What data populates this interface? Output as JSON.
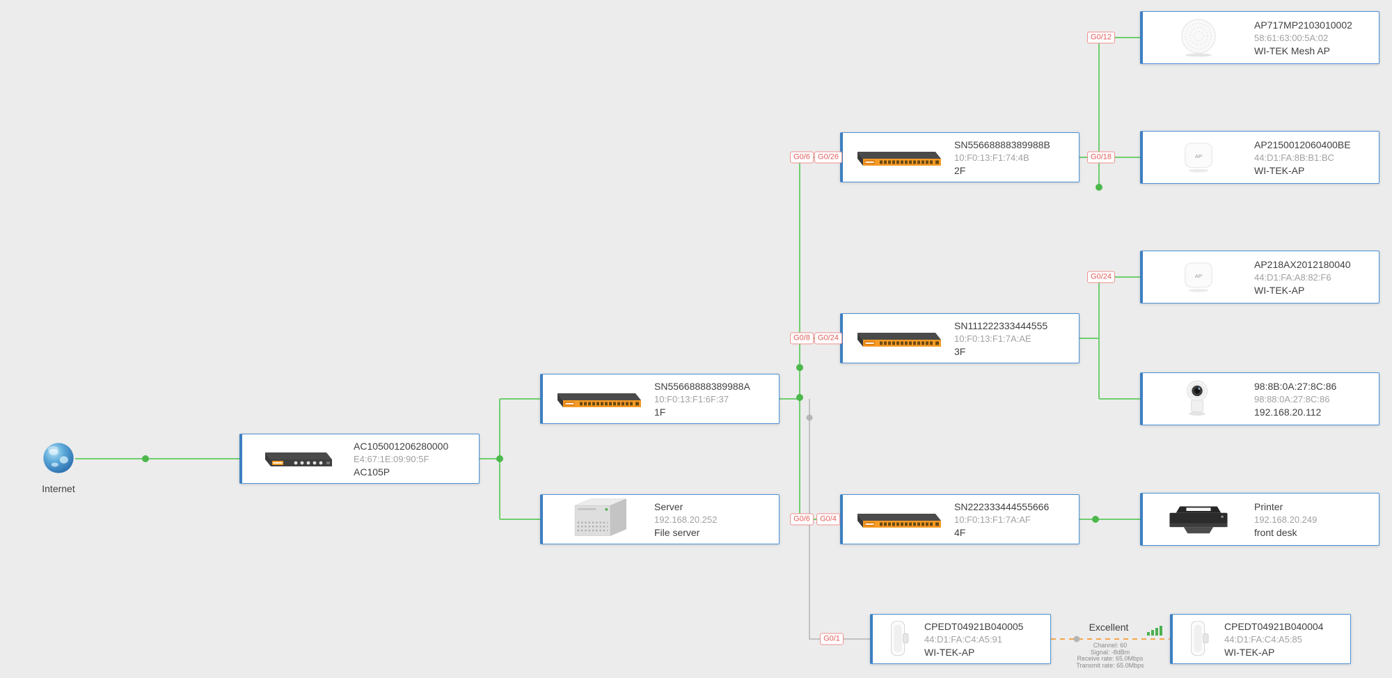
{
  "internet": {
    "label": "Internet"
  },
  "cards": {
    "ac": {
      "title": "AC105001206280000",
      "sub": "E4:67:1E:09:90:5F",
      "name": "AC105P"
    },
    "sw1f": {
      "title": "SN55668888389988A",
      "sub": "10:F0:13:F1:6F:37",
      "name": "1F"
    },
    "server": {
      "title": "Server",
      "sub": "192.168.20.252",
      "name": "File server"
    },
    "sw2f": {
      "title": "SN55668888389988B",
      "sub": "10:F0:13:F1:74:4B",
      "name": "2F"
    },
    "sw3f": {
      "title": "SN111222333444555",
      "sub": "10:F0:13:F1:7A:AE",
      "name": "3F"
    },
    "sw4f": {
      "title": "SN222333444555666",
      "sub": "10:F0:13:F1:7A:AF",
      "name": "4F"
    },
    "mesh": {
      "title": "AP717MP2103010002",
      "sub": "58:61:63:00:5A:02",
      "name": "WI-TEK Mesh AP"
    },
    "ap215": {
      "title": "AP2150012060400BE",
      "sub": "44:D1:FA:8B:B1:BC",
      "name": "WI-TEK-AP"
    },
    "ap218": {
      "title": "AP218AX2012180040",
      "sub": "44:D1:FA:A8:82:F6",
      "name": "WI-TEK-AP"
    },
    "camera": {
      "title": "98:8B:0A:27:8C:86",
      "sub": "98:88:0A:27:8C:86",
      "name": "192.168.20.112"
    },
    "printer": {
      "title": "Printer",
      "sub": "192.168.20.249",
      "name": "front desk"
    },
    "cpe5": {
      "title": "CPEDT04921B040005",
      "sub": "44:D1:FA:C4:A5:91",
      "name": "WI-TEK-AP"
    },
    "cpe4": {
      "title": "CPEDT04921B040004",
      "sub": "44:D1:FA:C4:A5:85",
      "name": "WI-TEK-AP"
    }
  },
  "ports": {
    "mesh": "G0/12",
    "sw2f_left": "G0/6",
    "sw2f_right": "G0/26",
    "ap215": "G0/18",
    "ap218": "G0/24",
    "sw3f_left": "G0/8",
    "sw3f_right": "G0/24",
    "sw4f_left": "G0/6",
    "sw4f_right": "G0/4",
    "cpe": "G0/1"
  },
  "wireless": {
    "quality": "Excellent",
    "channel": "Channel: 60",
    "signal": "Signal: -8dBm",
    "receive": "Receive rate: 65.0Mbps",
    "transmit": "Transmit rate: 65.0Mbps"
  },
  "icons": {
    "ap_label": "AP"
  },
  "colors": {
    "background": "#ececec",
    "link_active": "#6fce6f",
    "link_inactive": "#c2c2c2",
    "wireless_link": "#f5a54a",
    "node_dot": "#4cb84c",
    "card_border": "#4b8fd4",
    "card_accent": "#3d7fc1",
    "port_text": "#e25b5b",
    "signal_bars": "#4caf50"
  }
}
